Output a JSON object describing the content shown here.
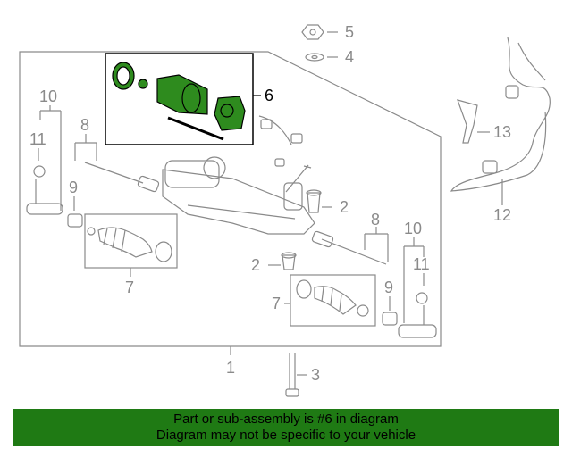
{
  "callouts": {
    "c1": "1",
    "c2a": "2",
    "c2b": "2",
    "c3": "3",
    "c4": "4",
    "c5": "5",
    "c6": "6",
    "c7a": "7",
    "c7b": "7",
    "c8a": "8",
    "c8b": "8",
    "c9a": "9",
    "c9b": "9",
    "c10a": "10",
    "c10b": "10",
    "c11a": "11",
    "c11b": "11",
    "c12": "12",
    "c13": "13"
  },
  "highlight_part": "6",
  "colors": {
    "highlight": "#2e8b1e",
    "banner": "#1f7a14",
    "line": "#8a8a8a"
  },
  "banner": {
    "line1": "Part or sub-assembly is #6 in diagram",
    "line2": "Diagram may not be specific to your vehicle"
  }
}
